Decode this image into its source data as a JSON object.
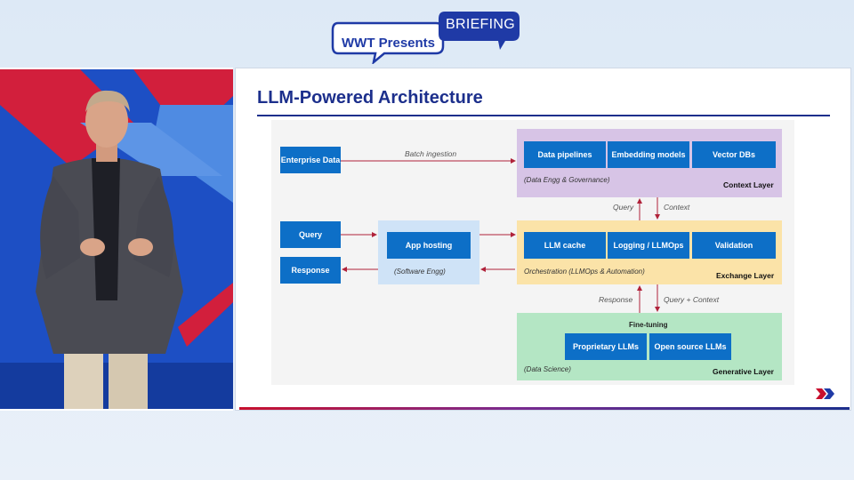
{
  "header": {
    "logo_left": "WWT Presents",
    "logo_right": "BRIEFING"
  },
  "colors": {
    "brand_blue": "#1f3aa6",
    "box_blue": "#0d6fc7",
    "context_layer": "#d7c4e6",
    "exchange_layer": "#fbe3a8",
    "generative_layer": "#b4e6c4",
    "hosting_layer": "#cfe3f7",
    "arrow_red": "#b0223a"
  },
  "video": {
    "description_icon": "presenter-video"
  },
  "slide": {
    "title": "LLM-Powered Architecture",
    "diagram": {
      "enterprise_data": "Enterprise Data",
      "query": "Query",
      "response": "Response",
      "app_hosting": "App hosting",
      "software_engg": "(Software Engg)",
      "batch_ingestion": "Batch ingestion",
      "context_layer": {
        "items": [
          "Data pipelines",
          "Embedding models",
          "Vector DBs"
        ],
        "note": "(Data Engg & Governance)",
        "name": "Context Layer"
      },
      "exchange_layer": {
        "items": [
          "LLM cache",
          "Logging / LLMOps",
          "Validation"
        ],
        "note": "Orchestration (LLMOps & Automation)",
        "name": "Exchange Layer"
      },
      "generative_layer": {
        "fine_tuning": "Fine-tuning",
        "items": [
          "Proprietary LLMs",
          "Open source LLMs"
        ],
        "note": "(Data Science)",
        "name": "Generative Layer"
      },
      "arrow_labels": {
        "query": "Query",
        "context": "Context",
        "response": "Response",
        "query_context": "Query + Context"
      }
    }
  }
}
